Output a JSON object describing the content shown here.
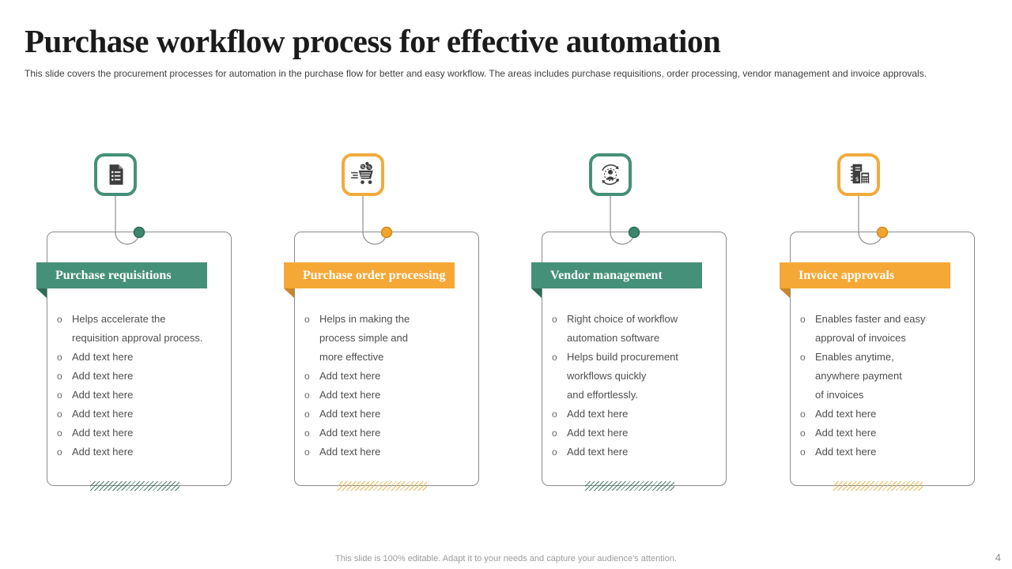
{
  "slide": {
    "title": "Purchase workflow process for effective automation",
    "subtitle": "This slide covers the procurement processes for automation in the purchase flow for better and easy workflow. The areas  includes purchase requisitions, order processing, vendor management and invoice approvals.",
    "footer": "This slide is 100% editable.  Adapt it to your needs and capture your audience's attention.",
    "page_number": "4"
  },
  "bullet_char": "o",
  "colors": {
    "accent_green": "#459078",
    "accent_green_dark": "#2e6b57",
    "accent_yellow": "#f5a836",
    "accent_yellow_dark": "#c8872b",
    "card_border": "#8b8b8b",
    "title_text": "#1b1b1b",
    "body_text": "#4f4f4f"
  },
  "columns": [
    {
      "title": "Purchase requisitions",
      "accent": "green",
      "icon": "requisition-document-icon",
      "bullets": [
        "Helps accelerate the\nrequisition approval process.",
        "Add text here",
        "Add text here",
        "Add text here",
        "Add text here",
        "Add text here",
        "Add text here"
      ]
    },
    {
      "title": "Purchase order processing",
      "accent": "yellow",
      "icon": "speedy-shopping-cart-icon",
      "bullets": [
        "Helps in making the\nprocess simple and\nmore effective",
        "Add text here",
        "Add text here",
        "Add text here",
        "Add text here",
        "Add text here"
      ]
    },
    {
      "title": "Vendor management",
      "accent": "green",
      "icon": "vendor-cycle-icon",
      "bullets": [
        "Right choice of workflow\nautomation software",
        "Helps build procurement\nworkflows quickly\nand effortlessly.",
        "Add text here",
        "Add text here",
        "Add text here"
      ]
    },
    {
      "title": "Invoice approvals",
      "accent": "yellow",
      "icon": "invoice-calculator-icon",
      "bullets": [
        "Enables faster and easy\napproval of invoices",
        "Enables anytime,\nanywhere payment\nof invoices",
        "Add text here",
        "Add text here",
        "Add text here"
      ]
    }
  ]
}
